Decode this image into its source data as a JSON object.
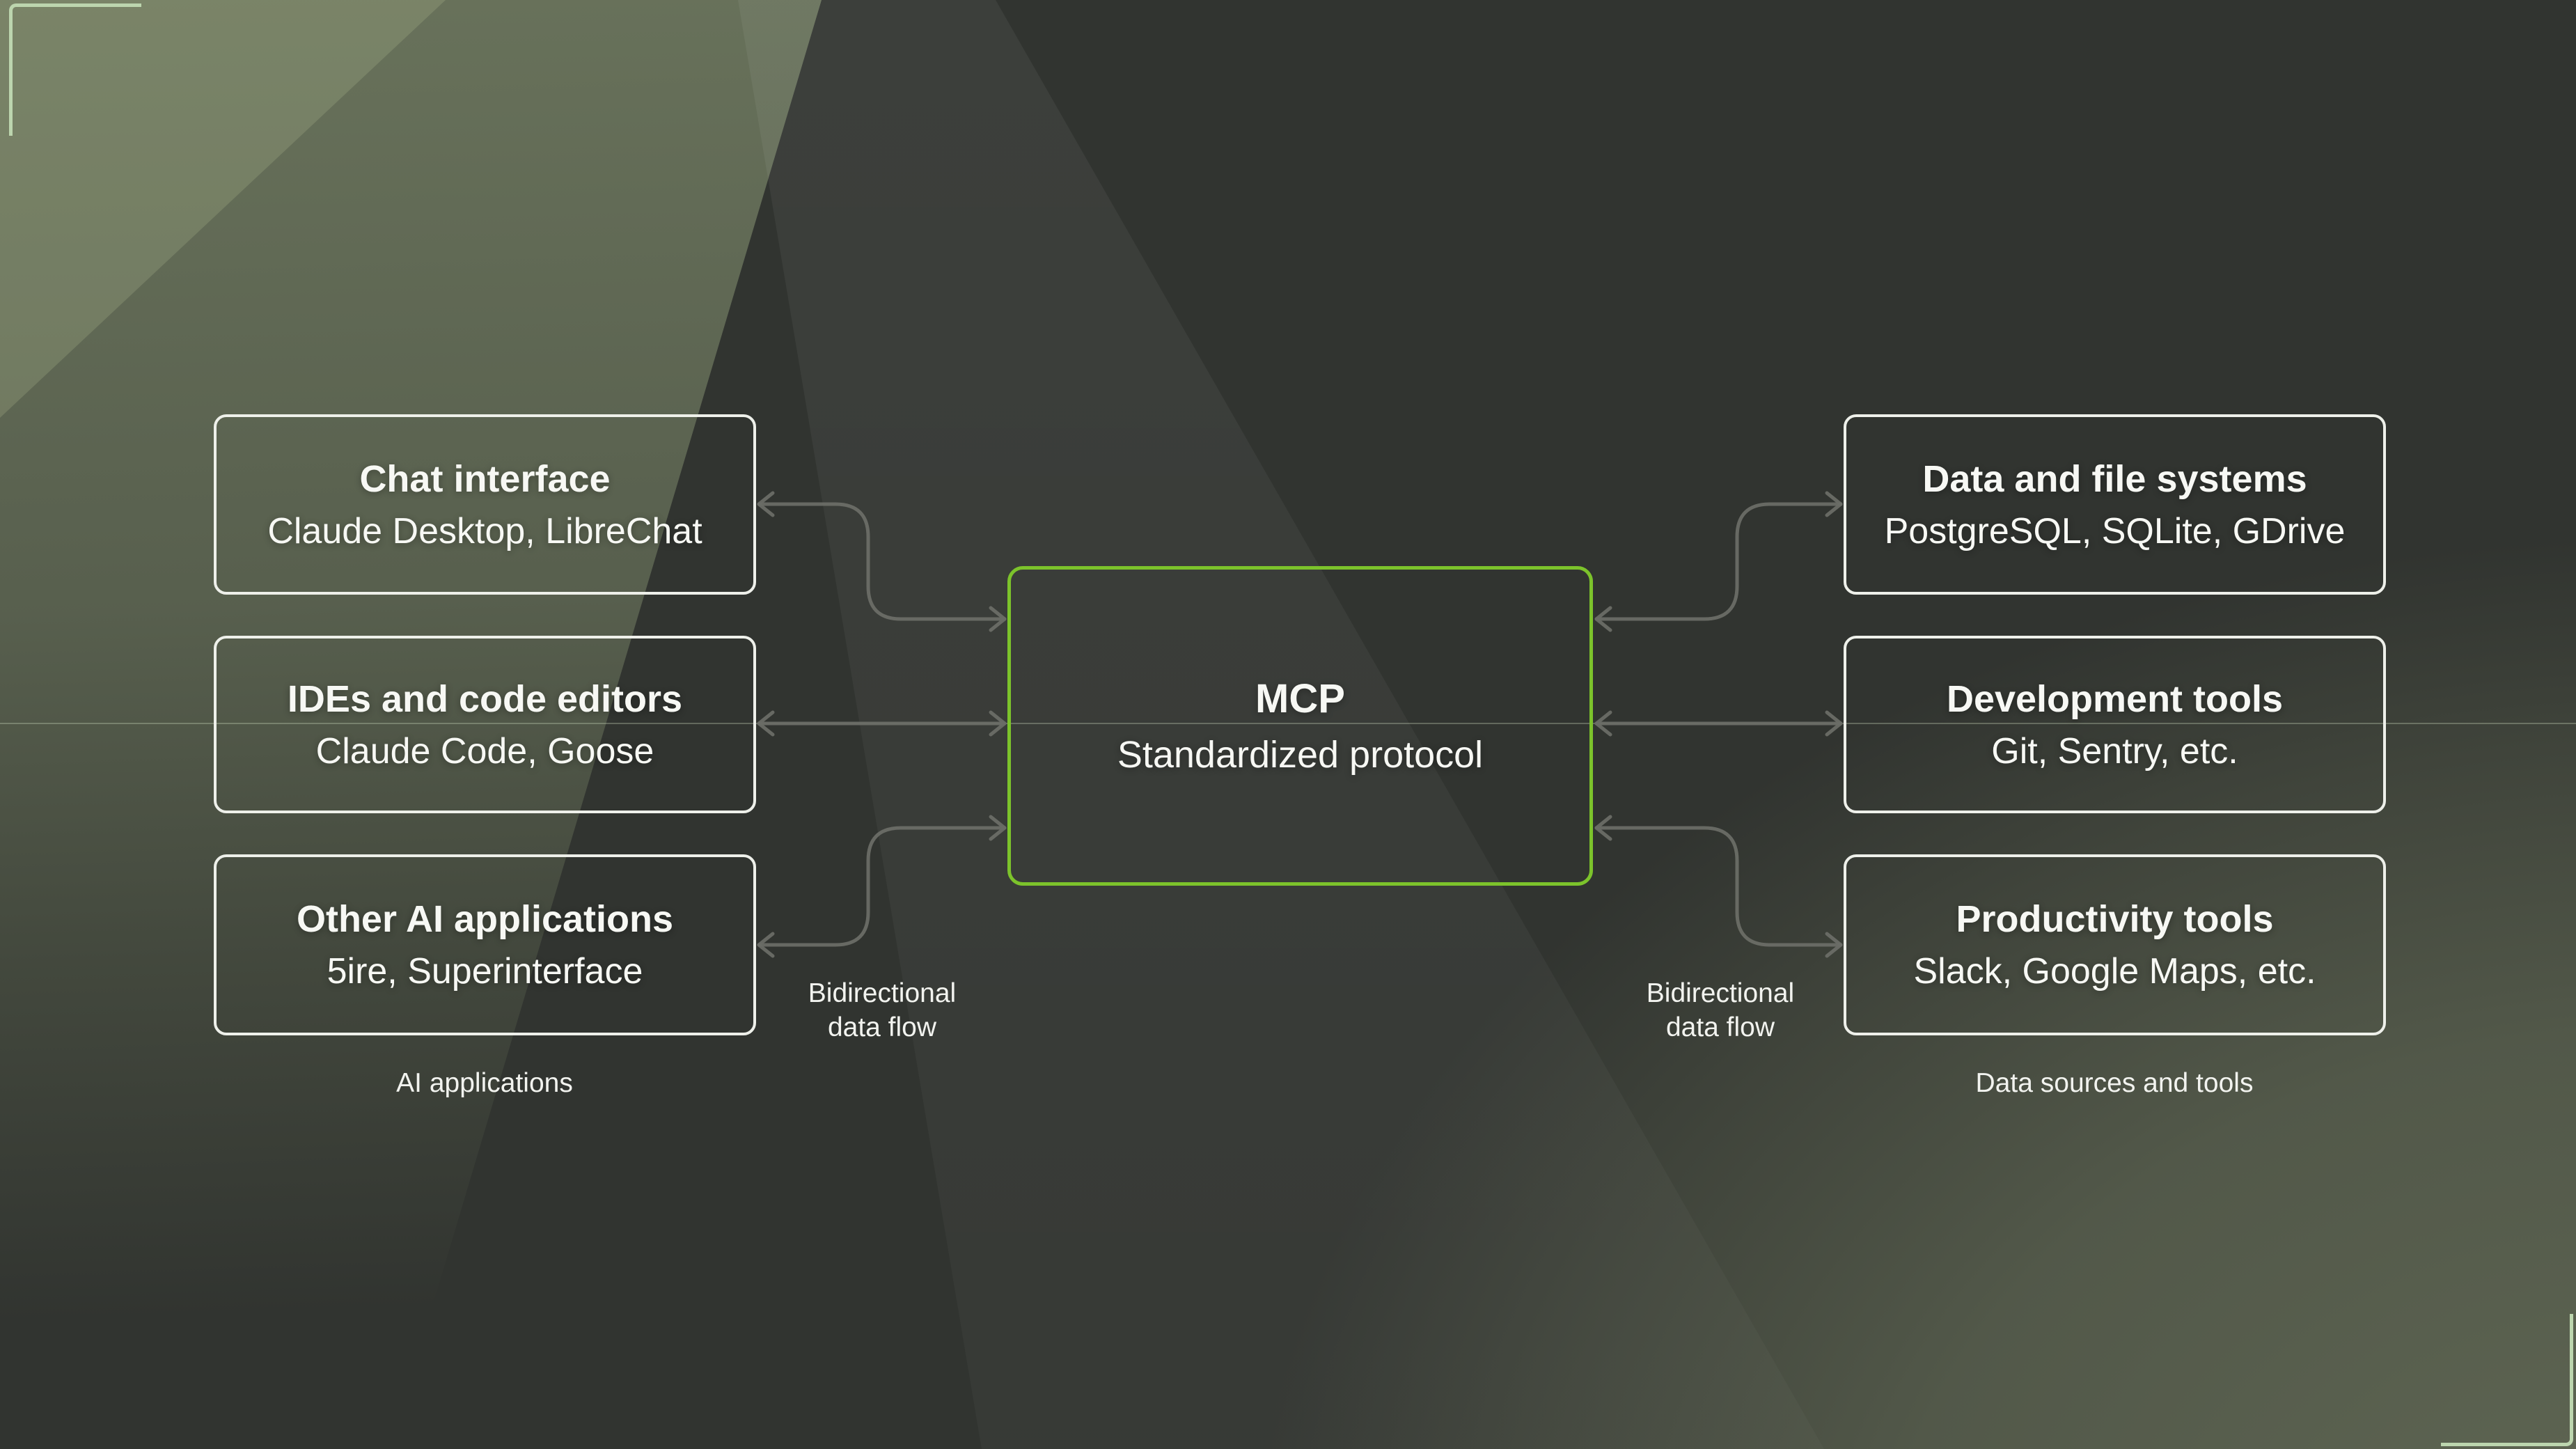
{
  "diagram": {
    "center_node": {
      "title": "MCP",
      "subtitle": "Standardized protocol"
    },
    "left_nodes": [
      {
        "title": "Chat interface",
        "subtitle": "Claude Desktop, LibreChat"
      },
      {
        "title": "IDEs and code editors",
        "subtitle": "Claude Code, Goose"
      },
      {
        "title": "Other AI applications",
        "subtitle": "5ire, Superinterface"
      }
    ],
    "right_nodes": [
      {
        "title": "Data and file systems",
        "subtitle": "PostgreSQL, SQLite, GDrive"
      },
      {
        "title": "Development tools",
        "subtitle": "Git, Sentry, etc."
      },
      {
        "title": "Productivity tools",
        "subtitle": "Slack, Google Maps, etc."
      }
    ],
    "flow_labels": {
      "left": {
        "line1": "Bidirectional",
        "line2": "data flow"
      },
      "right": {
        "line1": "Bidirectional",
        "line2": "data flow"
      }
    },
    "group_labels": {
      "left": "AI applications",
      "right": "Data sources and tools"
    }
  },
  "colors": {
    "accent_green": "#7cc32b",
    "bracket_green": "#bcd5ae",
    "connector_gray": "#6a6d66",
    "node_border_white": "#eef0ea",
    "text_white": "#f7f8f4",
    "background_dark": "#313430",
    "background_sage": "#6d7562"
  }
}
